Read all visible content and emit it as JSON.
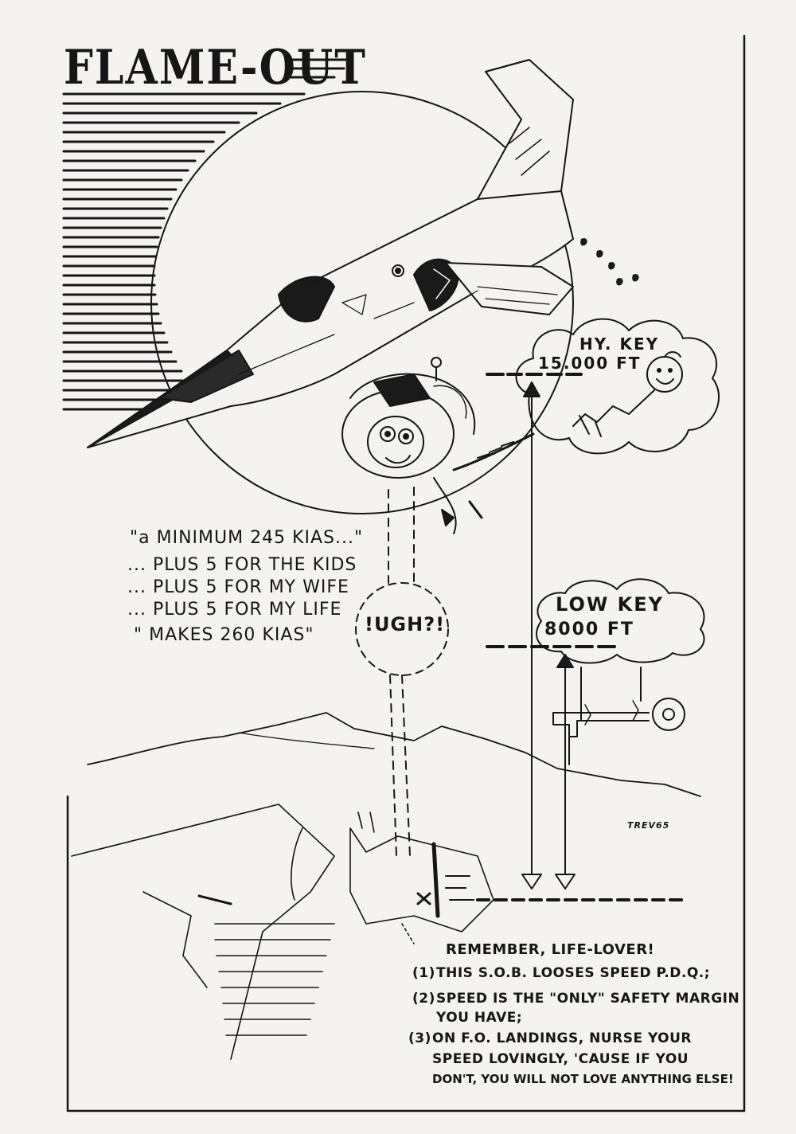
{
  "title": "FLAME-OUT",
  "quote_lines": [
    "\"a MINIMUM 245 KIAS...\"",
    "... PLUS 5 FOR THE KIDS",
    "... PLUS 5 FOR MY WIFE",
    "... PLUS 5 FOR MY LIFE",
    "\" MAKES 260 KIAS\""
  ],
  "high_key": {
    "label": "HY. KEY",
    "altitude": "15.000 FT"
  },
  "low_key": {
    "label": "LOW KEY",
    "altitude": "8000 FT"
  },
  "exclamation": "!UGH?!",
  "signature": "TREV65",
  "reminder": {
    "heading": "REMEMBER, LIFE-LOVER!",
    "items": [
      {
        "number": "1",
        "lines": [
          "THIS S.O.B. LOOSES SPEED P.D.Q.;"
        ]
      },
      {
        "number": "2",
        "lines": [
          "SPEED IS THE \"ONLY\" SAFETY MARGIN",
          "YOU HAVE;"
        ]
      },
      {
        "number": "3",
        "lines": [
          "ON F.O. LANDINGS, NURSE YOUR",
          "SPEED LOVINGLY, 'CAUSE IF YOU",
          "DON'T, YOU WILL NOT LOVE ANYTHING ELSE!"
        ]
      }
    ]
  }
}
